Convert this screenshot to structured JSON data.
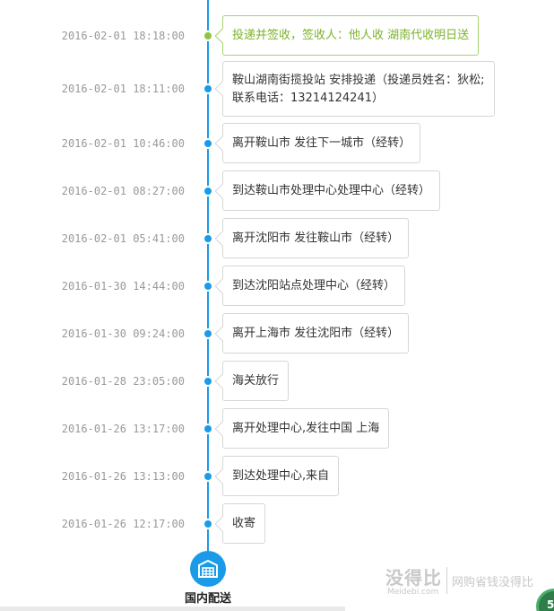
{
  "timeline": {
    "events": [
      {
        "time": "2016-02-01 18:18:00",
        "lines": [
          "投递并签收，签收人：他人收 湖南代收明日送"
        ]
      },
      {
        "time": "2016-02-01 18:11:00",
        "lines": [
          "鞍山湖南街揽投站 安排投递（投递员姓名：狄松;",
          "联系电话：13214124241）"
        ]
      },
      {
        "time": "2016-02-01 10:46:00",
        "lines": [
          "离开鞍山市 发往下一城市（经转）"
        ]
      },
      {
        "time": "2016-02-01 08:27:00",
        "lines": [
          "到达鞍山市处理中心处理中心（经转）"
        ]
      },
      {
        "time": "2016-02-01 05:41:00",
        "lines": [
          "离开沈阳市 发往鞍山市（经转）"
        ]
      },
      {
        "time": "2016-01-30 14:44:00",
        "lines": [
          "到达沈阳站点处理中心（经转）"
        ]
      },
      {
        "time": "2016-01-30 09:24:00",
        "lines": [
          "离开上海市 发往沈阳市（经转）"
        ]
      },
      {
        "time": "2016-01-28 23:05:00",
        "lines": [
          "海关放行"
        ]
      },
      {
        "time": "2016-01-26 13:17:00",
        "lines": [
          "离开处理中心,发往中国 上海"
        ]
      },
      {
        "time": "2016-01-26 13:13:00",
        "lines": [
          "到达处理中心,来自"
        ]
      },
      {
        "time": "2016-01-26 12:17:00",
        "lines": [
          "收寄"
        ]
      }
    ],
    "stage_label": "国内配送",
    "stage_icon": "warehouse-icon"
  },
  "watermark": {
    "logo": "没得比",
    "site": "Meidebi.com",
    "slogan": "网购省钱没得比"
  },
  "corner_badge": {
    "text": "5"
  },
  "colors": {
    "line": "#1a9be8",
    "latest": "#8cc63f",
    "latest_text": "#7bb32a",
    "time_text": "#999999"
  }
}
